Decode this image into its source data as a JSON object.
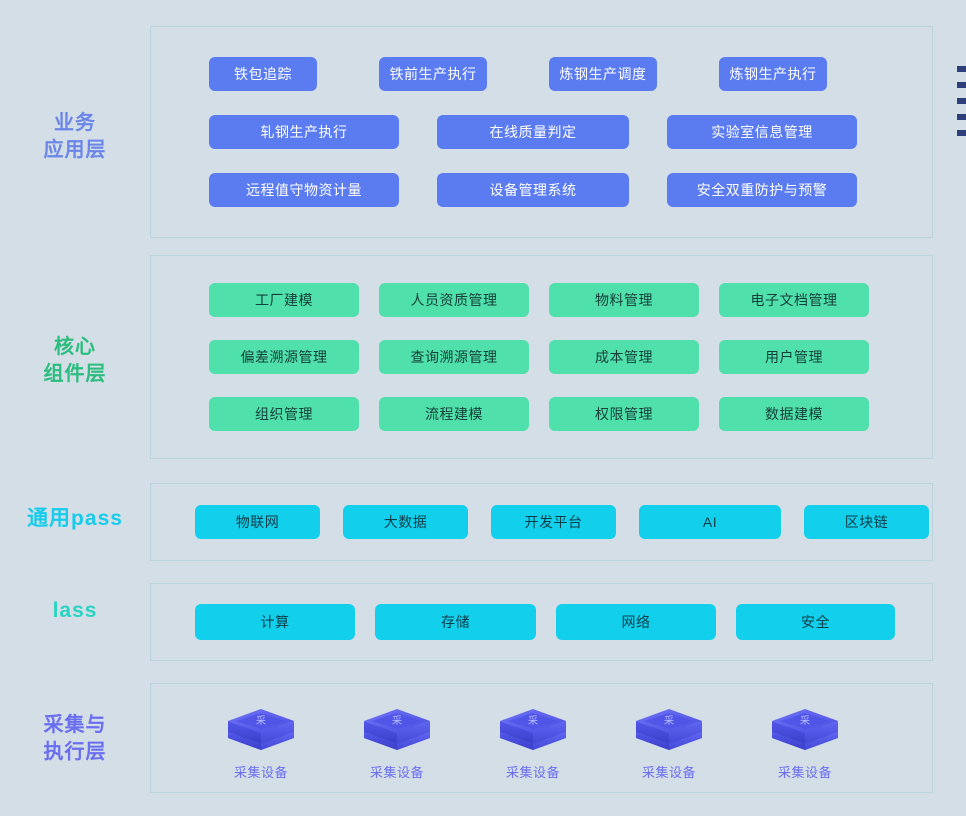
{
  "background_color": "#d3dee6",
  "layers": [
    {
      "id": "business",
      "label": "业务\n应用层",
      "label_color": "#6b86e8",
      "chip_color": "#5b7cf0",
      "rows": [
        [
          "铁包追踪",
          "铁前生产执行",
          "炼钢生产调度",
          "炼钢生产执行"
        ],
        [
          "轧钢生产执行",
          "在线质量判定",
          "实验室信息管理"
        ],
        [
          "远程值守物资计量",
          "设备管理系统",
          "安全双重防护与预警"
        ]
      ]
    },
    {
      "id": "core",
      "label": "核心\n组件层",
      "label_color": "#2bbd7e",
      "chip_color": "#4fe0ab",
      "rows": [
        [
          "工厂建模",
          "人员资质管理",
          "物料管理",
          "电子文档管理"
        ],
        [
          "偏差溯源管理",
          "查询溯源管理",
          "成本管理",
          "用户管理"
        ],
        [
          "组织管理",
          "流程建模",
          "权限管理",
          "数据建模"
        ]
      ]
    },
    {
      "id": "paas",
      "label": "通用pass",
      "label_color": "#19cbea",
      "chip_color": "#12d0ec",
      "rows": [
        [
          "物联网",
          "大数据",
          "开发平台",
          "AI",
          "区块链"
        ]
      ]
    },
    {
      "id": "iaas",
      "label": "lass",
      "label_color": "#2ad3c2",
      "chip_color": "#12d0ec",
      "rows": [
        [
          "计算",
          "存储",
          "网络",
          "安全"
        ]
      ]
    },
    {
      "id": "collect",
      "label": "采集与\n执行层",
      "label_color": "#6a6ef0",
      "chip_color": "#5a5ce8",
      "devices": [
        {
          "caption": "采集设备",
          "icon": "device-cube-icon",
          "glyph": "采"
        },
        {
          "caption": "采集设备",
          "icon": "device-cube-icon",
          "glyph": "采"
        },
        {
          "caption": "采集设备",
          "icon": "device-cube-icon",
          "glyph": "采"
        },
        {
          "caption": "采集设备",
          "icon": "device-cube-icon",
          "glyph": "采"
        },
        {
          "caption": "采集设备",
          "icon": "device-cube-icon",
          "glyph": "采"
        }
      ]
    }
  ],
  "edge_marks": {
    "count": 5,
    "color": "#2c3f7a"
  }
}
